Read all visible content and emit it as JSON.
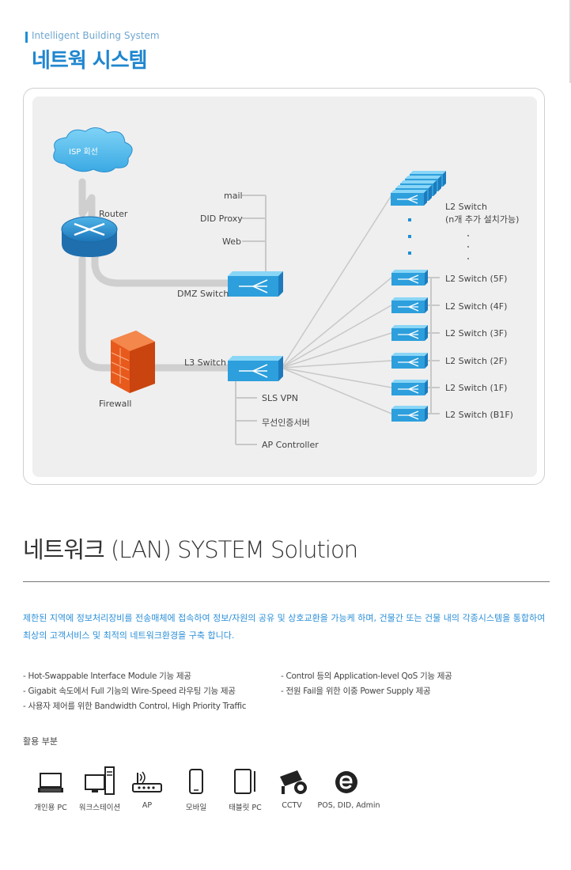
{
  "header": {
    "subtitle": "Intelligent Building System",
    "title": "네트웍 시스템"
  },
  "diagram": {
    "isp": "ISP 회선",
    "router": "Router",
    "firewall": "Firewall",
    "dmz_switch": "DMZ Switch",
    "l3_switch": "L3 Switch",
    "dmz_services": [
      "mail",
      "DID Proxy",
      "Web"
    ],
    "l3_services": [
      "SLS VPN",
      "무선인증서버",
      "AP Controller"
    ],
    "l2_top_line1": "L2 Switch",
    "l2_top_line2": "(n개 추가 설치가능)",
    "l2_switches": [
      "L2 Switch (5F)",
      "L2 Switch (4F)",
      "L2 Switch (3F)",
      "L2 Switch (2F)",
      "L2 Switch (1F)",
      "L2 Switch (B1F)"
    ],
    "dot_color": "#1f8fd6"
  },
  "section": {
    "title": "네트워크 (LAN) SYSTEM Solution",
    "description_line1": "제한된 지역에 정보처리장비를 전송매체에 접속하여 정보/자원의 공유 및 상호교환을 가능케 하며, 건물간 또는 건물 내의 각종시스템을 통합하여",
    "description_line2": "최상의 고객서비스 및 최적의 네트워크환경을 구축 합니다.",
    "features_left": [
      "- Hot-Swappable Interface Module 기능 제공",
      "- Gigabit 속도에서 Full 기능의 Wire-Speed 라우팅 기능 제공",
      "- 사용자 제어를 위한 Bandwidth Control, High Priority Traffic"
    ],
    "features_right": [
      "- Control 등의 Application-level QoS 기능 제공",
      "- 전원 Fail을 위한 이중 Power Supply 제공"
    ],
    "usage_title": "활용 부분",
    "devices": [
      {
        "label": "개인용 PC",
        "icon": "laptop-icon"
      },
      {
        "label": "워크스테이션",
        "icon": "workstation-icon"
      },
      {
        "label": "AP",
        "icon": "access-point-icon"
      },
      {
        "label": "모바일",
        "icon": "mobile-icon"
      },
      {
        "label": "태블릿 PC",
        "icon": "tablet-icon"
      },
      {
        "label": "CCTV",
        "icon": "cctv-icon"
      },
      {
        "label": "POS, DID, Admin",
        "icon": "browser-e-icon"
      }
    ]
  }
}
